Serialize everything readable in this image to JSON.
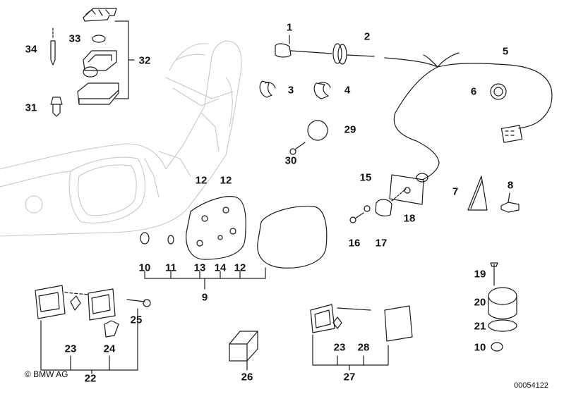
{
  "labels": {
    "l1": "1",
    "l2": "2",
    "l3": "3",
    "l4": "4",
    "l5": "5",
    "l6": "6",
    "l7": "7",
    "l8": "8",
    "l9": "9",
    "l10a": "10",
    "l10b": "10",
    "l11": "11",
    "l12a": "12",
    "l12b": "12",
    "l12c": "12",
    "l13": "13",
    "l14": "14",
    "l15": "15",
    "l16": "16",
    "l17": "17",
    "l18": "18",
    "l19": "19",
    "l20": "20",
    "l21": "21",
    "l22": "22",
    "l23a": "23",
    "l23b": "23",
    "l24": "24",
    "l25": "25",
    "l26": "26",
    "l27": "27",
    "l28": "28",
    "l29": "29",
    "l30": "30",
    "l31": "31",
    "l32": "32",
    "l33": "33",
    "l34": "34"
  },
  "footer": {
    "copyright": "© BMW AG",
    "doc_number": "00054122"
  }
}
